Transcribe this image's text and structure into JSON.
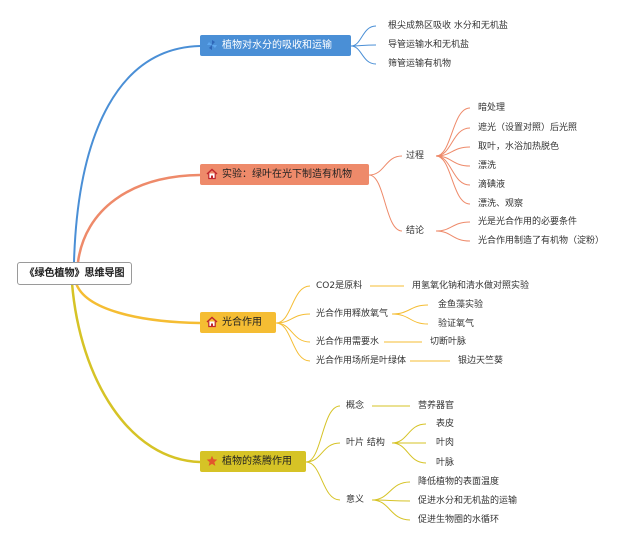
{
  "root": {
    "label": "《绿色植物》思维导图"
  },
  "branches": [
    {
      "label": "植物对水分的吸收和运输",
      "icon": "windmill-icon",
      "color": "#4a8fd6",
      "children": [
        {
          "label": "根尖成熟区吸收 水分和无机盐"
        },
        {
          "label": "导管运输水和无机盐"
        },
        {
          "label": "筛管运输有机物"
        }
      ]
    },
    {
      "label": "实验：绿叶在光下制造有机物",
      "icon": "home-icon",
      "color": "#ee8a6a",
      "children": [
        {
          "label": "过程",
          "children": [
            "暗处理",
            "遮光（设置对照）后光照",
            "取叶，水浴加热脱色",
            "漂洗",
            "滴碘液",
            "漂洗、观察"
          ]
        },
        {
          "label": "结论",
          "children": [
            "光是光合作用的必要条件",
            "光合作用制造了有机物（淀粉）"
          ]
        }
      ]
    },
    {
      "label": "光合作用",
      "icon": "home-icon",
      "color": "#f5bd33",
      "children": [
        {
          "label": "CO2是原料",
          "children": [
            "用氢氧化钠和清水做对照实验"
          ]
        },
        {
          "label": "光合作用释放氧气",
          "children": [
            "金鱼藻实验",
            "验证氧气"
          ]
        },
        {
          "label": "光合作用需要水",
          "children": [
            "切断叶脉"
          ]
        },
        {
          "label": "光合作用场所是叶绿体",
          "children": [
            "银边天竺葵"
          ]
        }
      ]
    },
    {
      "label": "植物的蒸腾作用",
      "icon": "star-icon",
      "color": "#d6c326",
      "children": [
        {
          "label": "概念",
          "children": [
            "营养器官"
          ]
        },
        {
          "label": "叶片 结构",
          "children": [
            "表皮",
            "叶肉",
            "叶脉"
          ]
        },
        {
          "label": "意义",
          "children": [
            "降低植物的表面温度",
            "促进水分和无机盐的运输",
            "促进生物圈的水循环"
          ]
        }
      ]
    }
  ]
}
